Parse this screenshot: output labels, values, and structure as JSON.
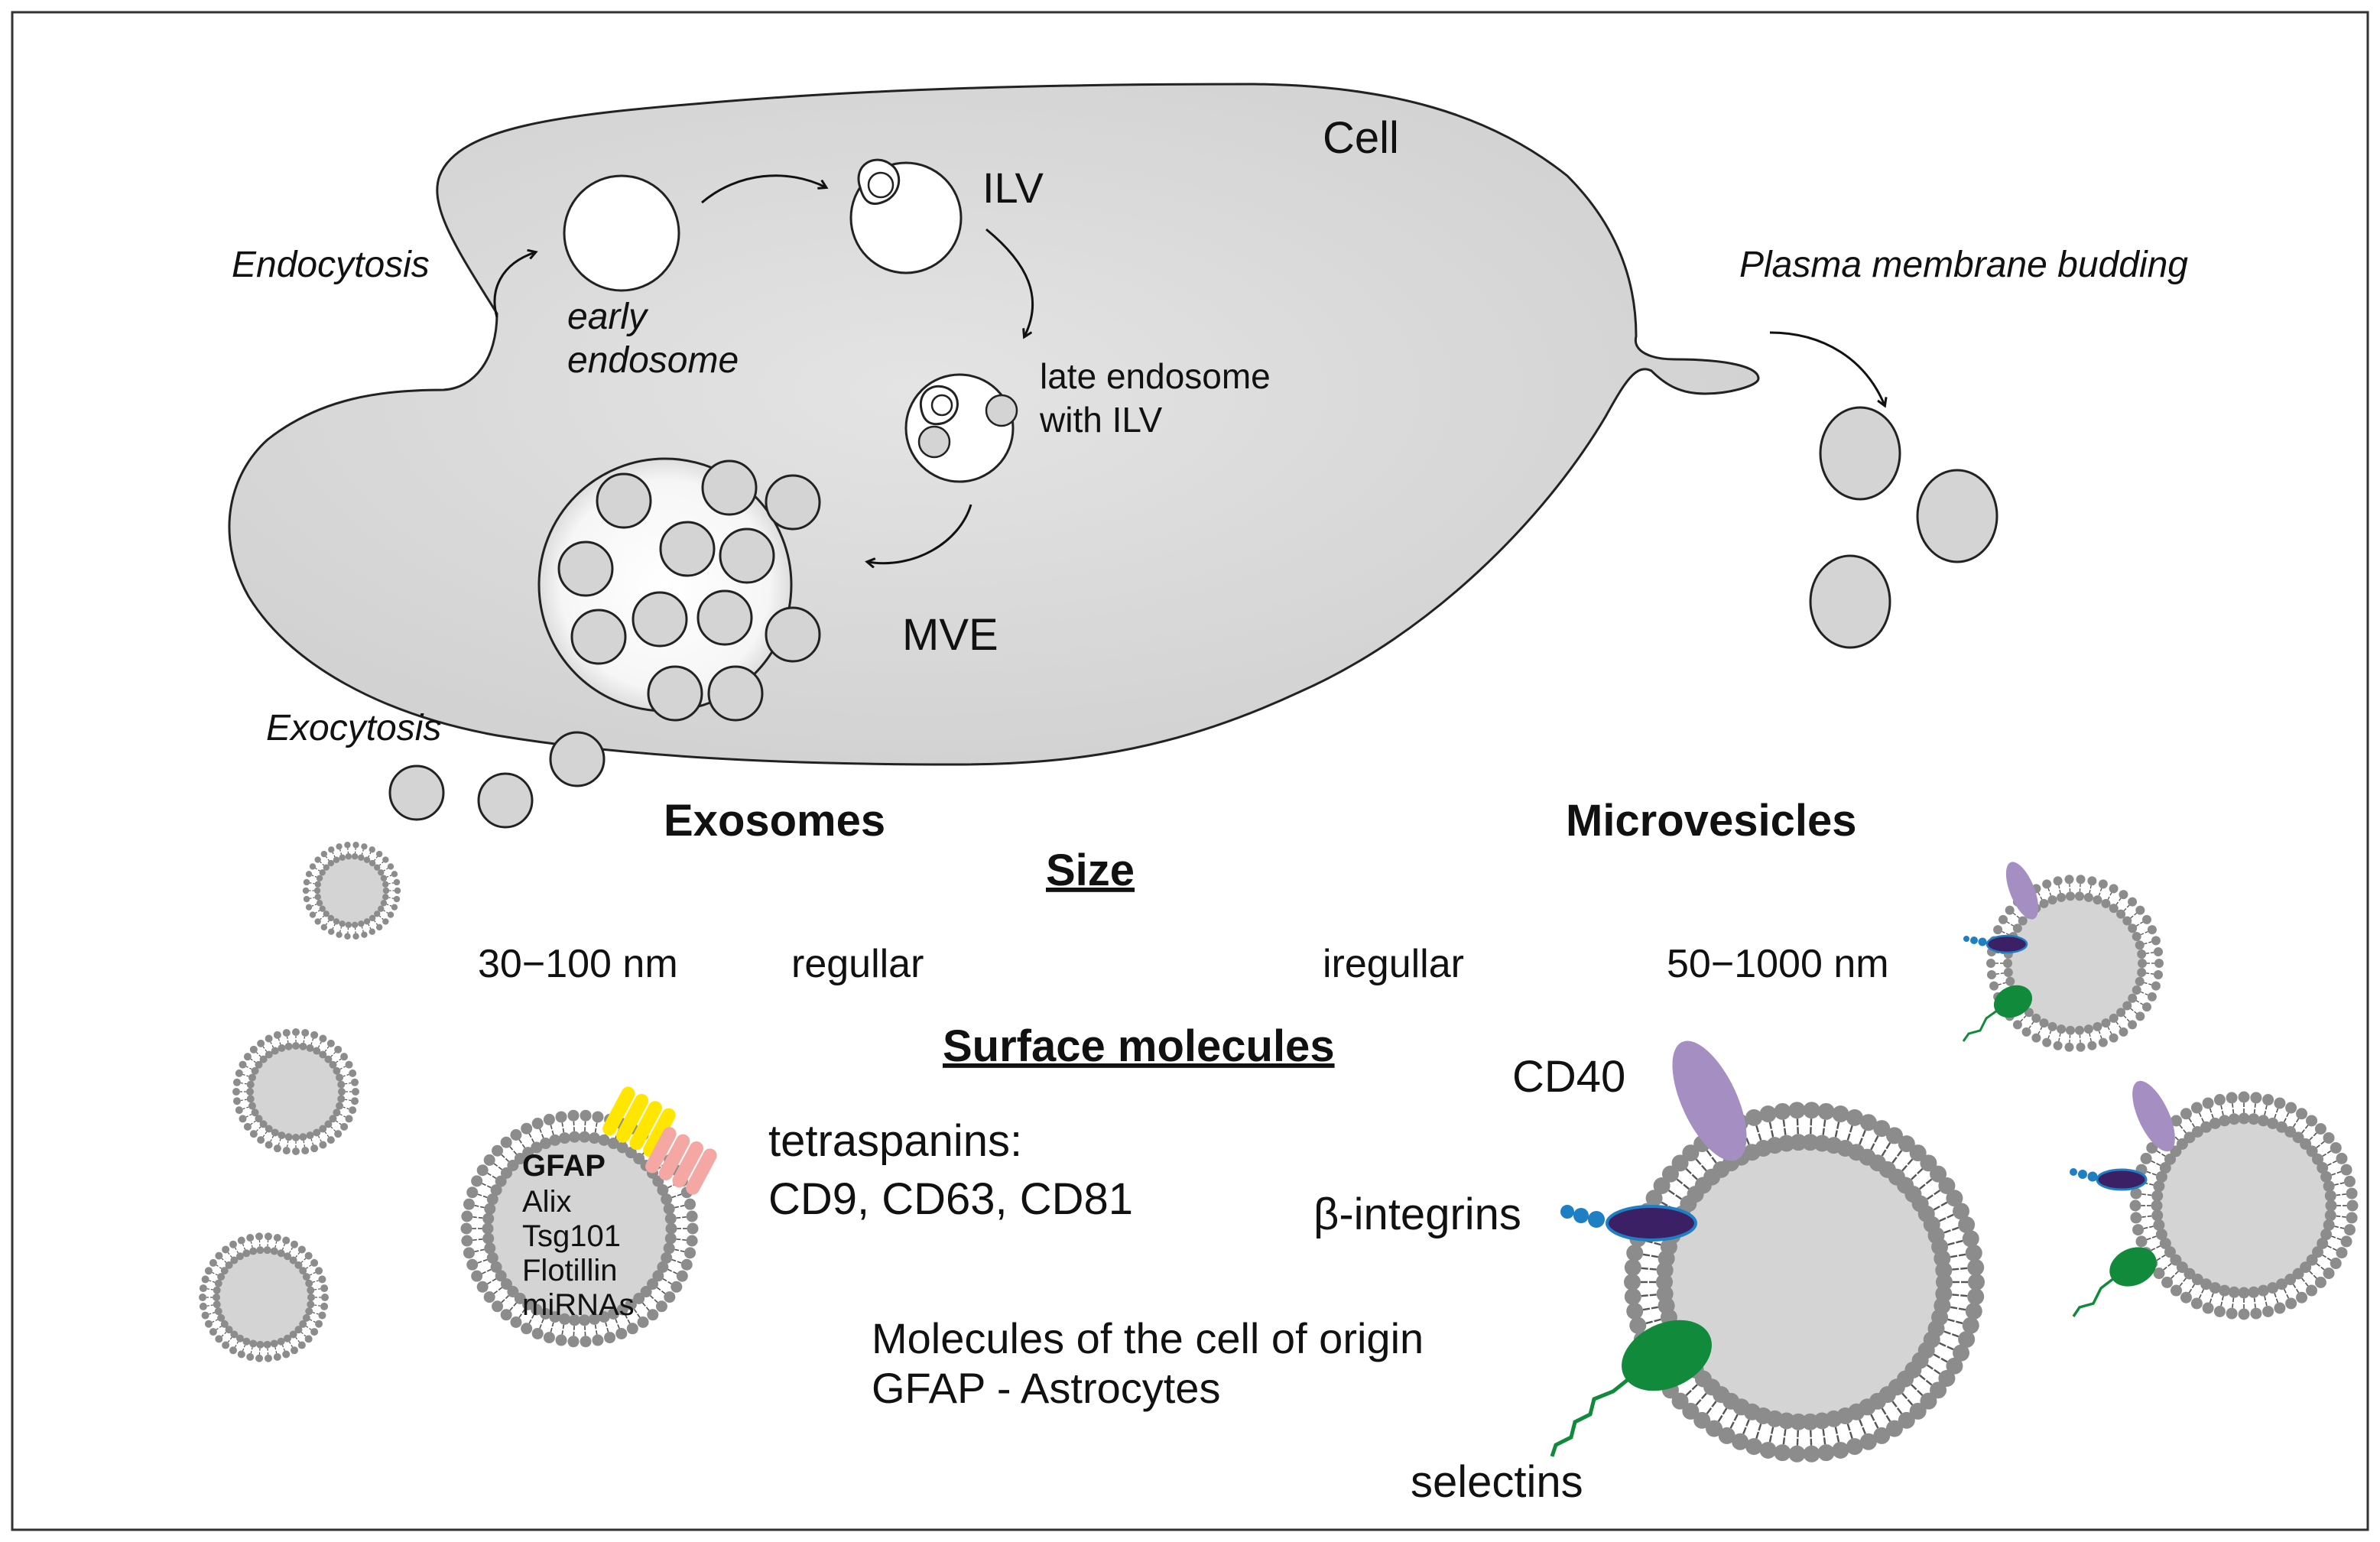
{
  "cell": {
    "title": "Cell",
    "endocytosis": "Endocytosis",
    "early_endosome_line1": "early",
    "early_endosome_line2": "endosome",
    "ilv": "ILV",
    "late_endosome_line1": "late endosome",
    "late_endosome_line2": "with ILV",
    "mve": "MVE",
    "exocytosis": "Exocytosis",
    "plasma_membrane_budding": "Plasma membrane budding"
  },
  "comparison": {
    "exosomes_heading": "Exosomes",
    "microvesicles_heading": "Microvesicles",
    "size_heading": "Size",
    "exosome_size": "30−100 nm",
    "exosome_shape": "regullar",
    "microvesicle_shape": "iregullar",
    "microvesicle_size": "50−1000 nm",
    "surface_heading": "Surface molecules"
  },
  "exosome_cargo": {
    "gfap": "GFAP",
    "alix": "Alix",
    "tsg101": "Tsg101",
    "flotillin": "Flotillin",
    "mirnas": "miRNAs"
  },
  "exosome_markers": {
    "tetraspanins_line1": "tetraspanins:",
    "tetraspanins_line2": "CD9, CD63, CD81",
    "origin_line1": "Molecules of the cell of origin",
    "origin_line2": "GFAP - Astrocytes"
  },
  "microvesicle_markers": {
    "cd40": "CD40",
    "beta_integrins": "β-integrins",
    "selectins": "selectins"
  },
  "colors": {
    "cell_fill": "#d9d9d9",
    "vesicle_fill": "#d4d4d4",
    "lipid_head": "#8c8c8c",
    "tetraspanin_yellow": "#ffe600",
    "tetraspanin_pink": "#f4a7a3",
    "cd40_purple": "#a58fc2",
    "integrin_navy": "#3b2066",
    "integrin_blue": "#1f7fc4",
    "selectin_green": "#128a3c"
  }
}
